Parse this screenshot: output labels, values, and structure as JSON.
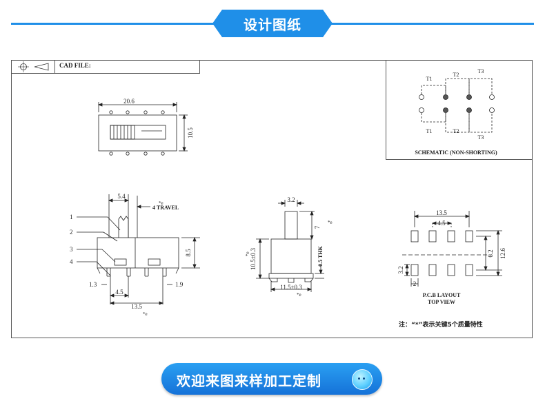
{
  "header": {
    "title": "设计图纸"
  },
  "drawing": {
    "title_block": {
      "cad_label": "CAD FILE:"
    },
    "top_view": {
      "length": "20.6",
      "width": "10.5"
    },
    "side_view": {
      "callouts": [
        "1",
        "2",
        "3",
        "4"
      ],
      "actuator": "5.4",
      "travel": "4 TRAVEL",
      "travel_mark": "*e",
      "height": "8.5",
      "left_offset": "1.3",
      "right_offset": "1.9",
      "pitch": "4.5",
      "body_length": "13.5",
      "tol_mark": "*e"
    },
    "end_view": {
      "knob_width": "3.2",
      "knob_height": "7",
      "knob_mark": "*e",
      "body_height": "10.5±0.3",
      "body_height_mark": "*e",
      "thk": "0.5 THK",
      "body_width": "11.5±0.3",
      "body_width_mark": "*e"
    },
    "pcb": {
      "overall": "13.5",
      "pitch": "4.5",
      "height": "12.6",
      "row_gap": "6.2",
      "pad_len": "3.2",
      "pad_w": "2",
      "caption_1": "P.C.B LAYOUT",
      "caption_2": "TOP VIEW"
    },
    "schematic": {
      "labels": [
        "T1",
        "T2",
        "T3",
        "T1",
        "T2",
        "T3"
      ],
      "caption": "SCHEMATIC (NON-SHORTING)"
    },
    "note": "注：“*”表示关键5个质量特性"
  },
  "cta": {
    "label": "欢迎来图来样加工定制"
  },
  "colors": {
    "brand_blue": "#1f8fe8"
  }
}
